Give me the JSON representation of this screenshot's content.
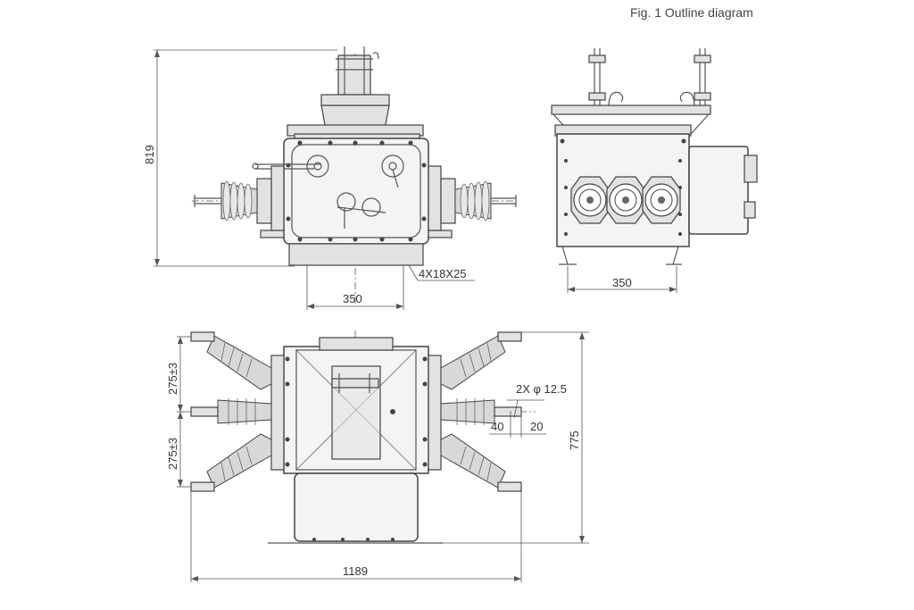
{
  "title": "Fig. 1 Outline diagram",
  "dimensions": {
    "front_height": "819",
    "front_base_width": "350",
    "hole_spec": "4X18X25",
    "side_base_width": "350",
    "top_spacing_upper": "275±3",
    "top_spacing_lower": "275±3",
    "terminal_holes": "2X φ 12.5",
    "terminal_left": "40",
    "terminal_right": "20",
    "top_depth": "775",
    "top_width": "1189"
  }
}
